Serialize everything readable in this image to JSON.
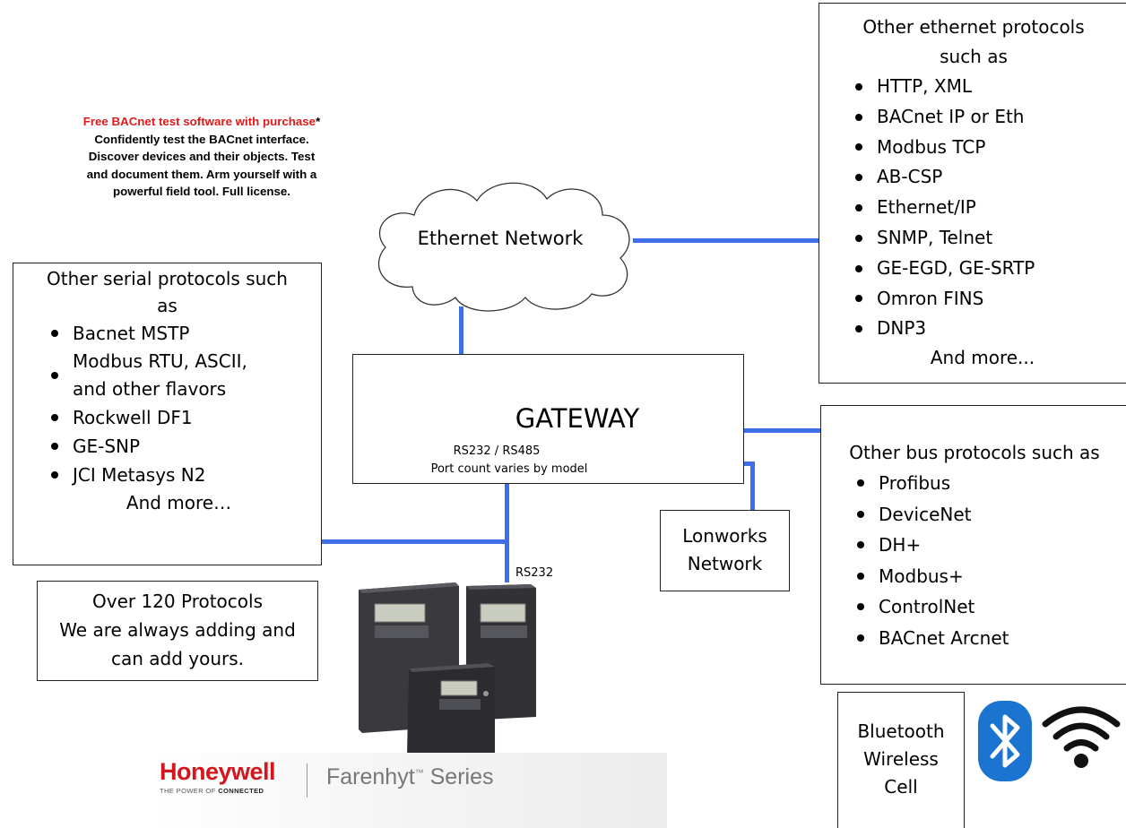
{
  "promo": {
    "headline": "Free BACnet test software with purchase",
    "asterisk": "*",
    "lines": [
      "Confidently test the BACnet interface.",
      "Discover devices and their objects. Test",
      "and document them. Arm yourself with a",
      "powerful field tool. Full license."
    ]
  },
  "cloud": {
    "label": "Ethernet Network"
  },
  "gateway": {
    "title": "GATEWAY",
    "ports": "RS232 / RS485",
    "port_note": "Port count varies by model"
  },
  "rs232_label": "RS232",
  "serial_box": {
    "heading_lines": [
      "Other serial protocols such",
      "as"
    ],
    "items": [
      [
        "Bacnet MSTP"
      ],
      [
        "Modbus RTU, ASCII,",
        "and other flavors"
      ],
      [
        "Rockwell DF1"
      ],
      [
        "GE-SNP"
      ],
      [
        "JCI Metasys N2"
      ]
    ],
    "footer": "And more…"
  },
  "ethernet_box": {
    "heading_lines": [
      "Other ethernet protocols",
      "such as"
    ],
    "items": [
      "HTTP, XML",
      "BACnet IP or Eth",
      "Modbus TCP",
      "AB-CSP",
      "Ethernet/IP",
      "SNMP, Telnet",
      "GE-EGD, GE-SRTP",
      "Omron FINS",
      "DNP3"
    ],
    "footer": "And more..."
  },
  "bus_box": {
    "heading": "Other bus protocols such as",
    "items": [
      "Profibus",
      "DeviceNet",
      "DH+",
      "Modbus+",
      "ControlNet",
      "BACnet Arcnet"
    ]
  },
  "lonworks": {
    "lines": [
      "Lonworks",
      "Network"
    ]
  },
  "protocols_box": {
    "lines": [
      "Over 120 Protocols",
      "We are always adding and",
      "can add yours."
    ]
  },
  "wireless_box": {
    "lines": [
      "Bluetooth",
      "Wireless",
      "Cell"
    ]
  },
  "brand": {
    "name": "Honeywell",
    "tagline_prefix": "THE POWER OF ",
    "tagline_bold": "CONNECTED",
    "series_name": "Farenhyt",
    "series_tm": "™",
    "series_suffix": " Series"
  },
  "colors": {
    "wire": "#3f6fe8",
    "promo_red": "#e01b1b",
    "honeywell_red": "#d4161d",
    "bluetooth_blue": "#1b75d0"
  },
  "icons": [
    "cloud-icon",
    "bluetooth-icon",
    "wifi-icon",
    "honeywell-logo",
    "panel-enclosures-image"
  ]
}
